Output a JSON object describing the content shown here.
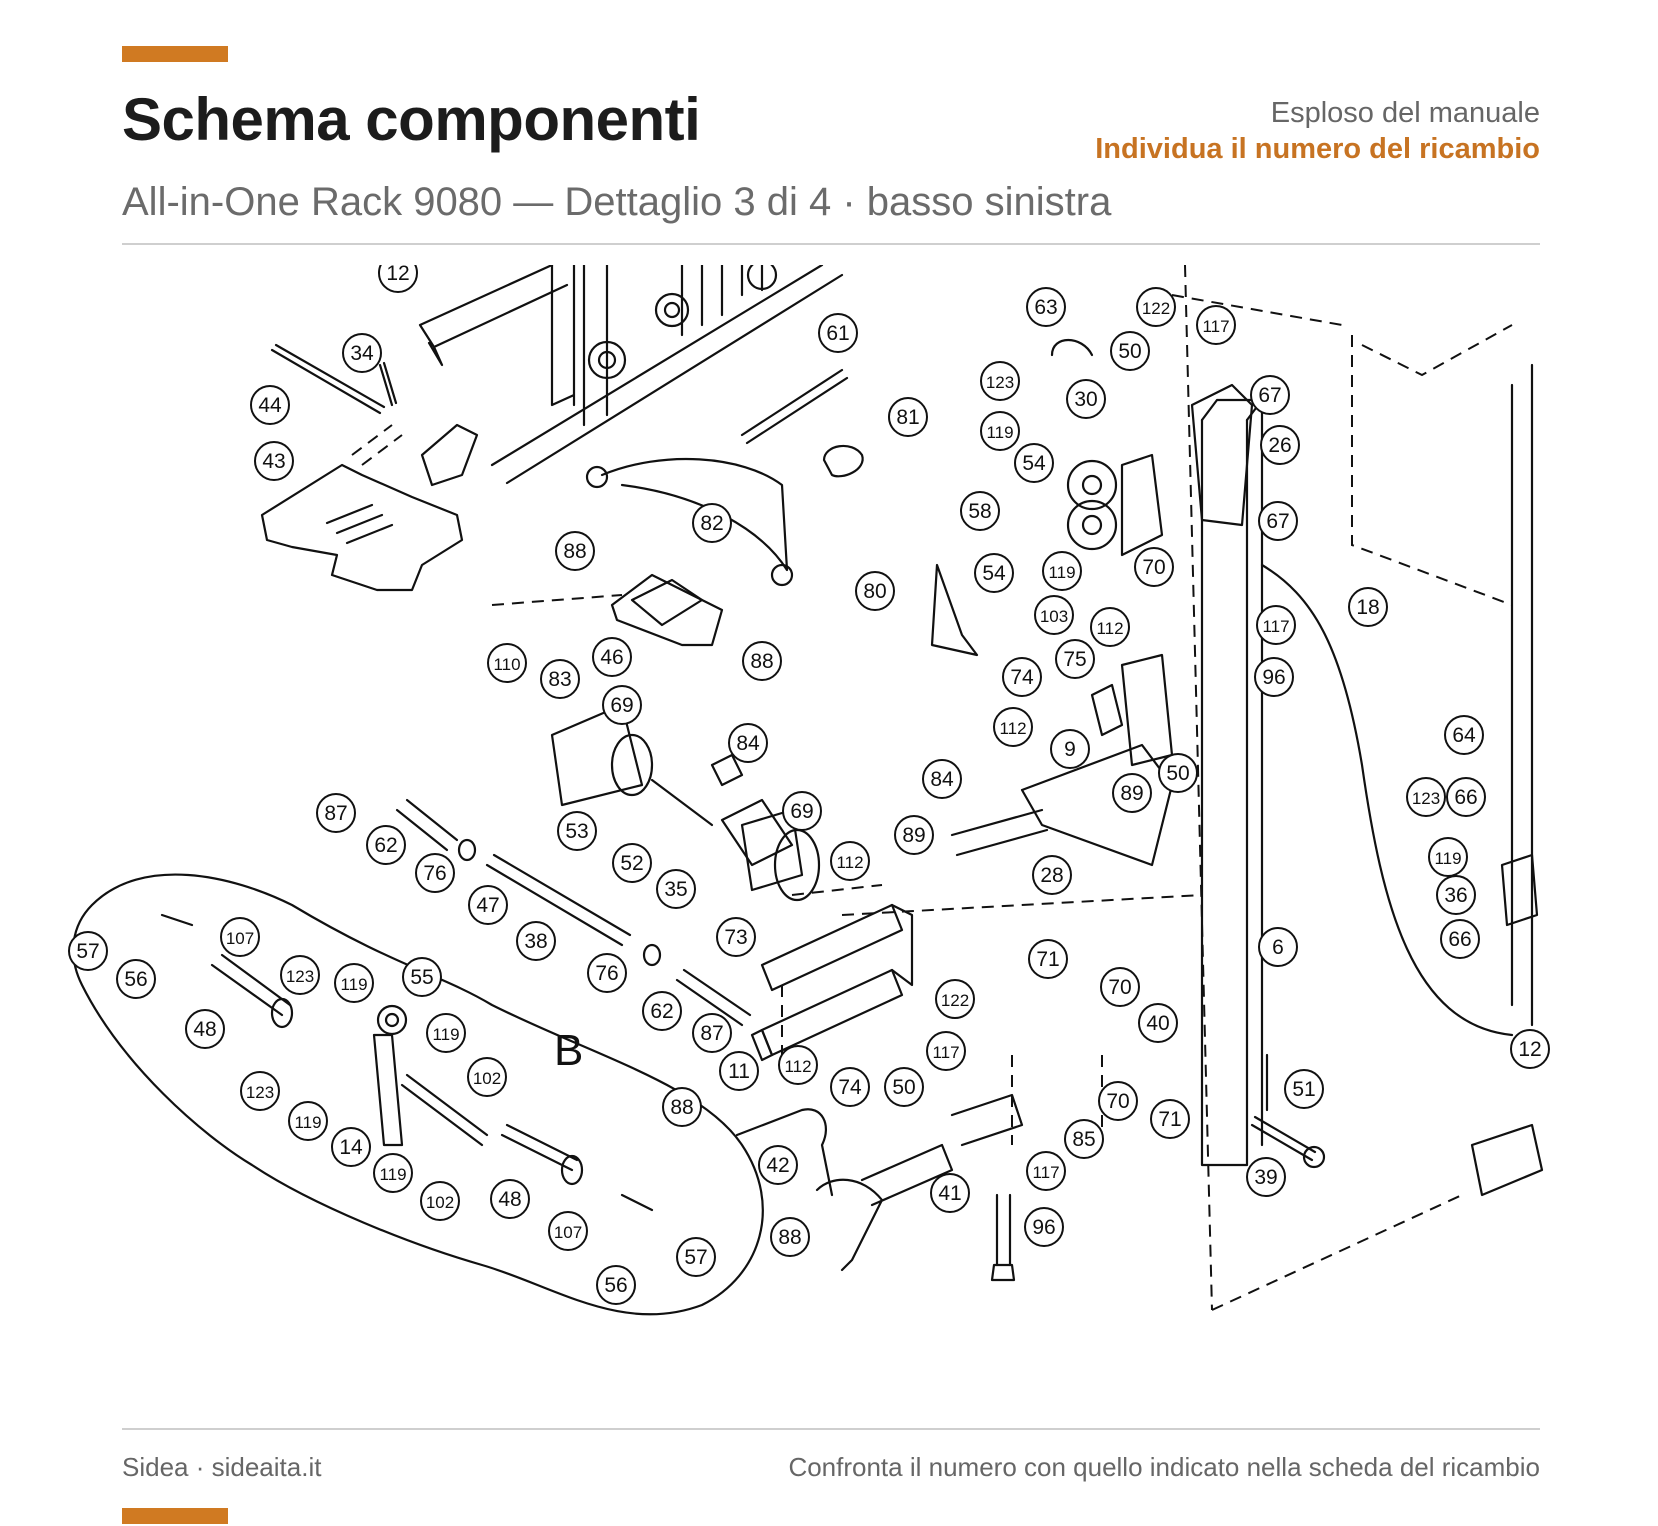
{
  "header": {
    "title": "Schema componenti",
    "right_subtitle": "Esploso del manuale",
    "right_cta": "Individua il numero del ricambio",
    "subtitle": "All-in-One Rack 9080 — Dettaglio 3 di 4 · basso sinistra"
  },
  "footer": {
    "left": "Sidea · sideaita.it",
    "right": "Confronta il numero con quello indicato nella scheda del ricambio"
  },
  "colors": {
    "accent": "#d07a22",
    "cta": "#c77322",
    "rule": "#cfcfcf"
  },
  "diagram": {
    "group_label": "B",
    "callouts": [
      "12",
      "34",
      "44",
      "43",
      "61",
      "81",
      "82",
      "88",
      "46",
      "88",
      "110",
      "83",
      "69",
      "84",
      "69",
      "53",
      "52",
      "35",
      "87",
      "62",
      "76",
      "47",
      "38",
      "76",
      "62",
      "87",
      "57",
      "56",
      "107",
      "123",
      "119",
      "55",
      "48",
      "119",
      "102",
      "123",
      "119",
      "14",
      "119",
      "102",
      "48",
      "107",
      "57",
      "56",
      "63",
      "122",
      "117",
      "50",
      "123",
      "30",
      "67",
      "119",
      "26",
      "54",
      "58",
      "54",
      "70",
      "67",
      "119",
      "117",
      "18",
      "80",
      "103",
      "112",
      "96",
      "75",
      "74",
      "112",
      "9",
      "50",
      "84",
      "89",
      "89",
      "28",
      "112",
      "73",
      "11",
      "112",
      "74",
      "50",
      "122",
      "117",
      "71",
      "70",
      "40",
      "85",
      "70",
      "71",
      "6",
      "88",
      "42",
      "41",
      "117",
      "96",
      "88",
      "51",
      "39",
      "64",
      "123",
      "66",
      "119",
      "36",
      "66",
      "12"
    ]
  }
}
